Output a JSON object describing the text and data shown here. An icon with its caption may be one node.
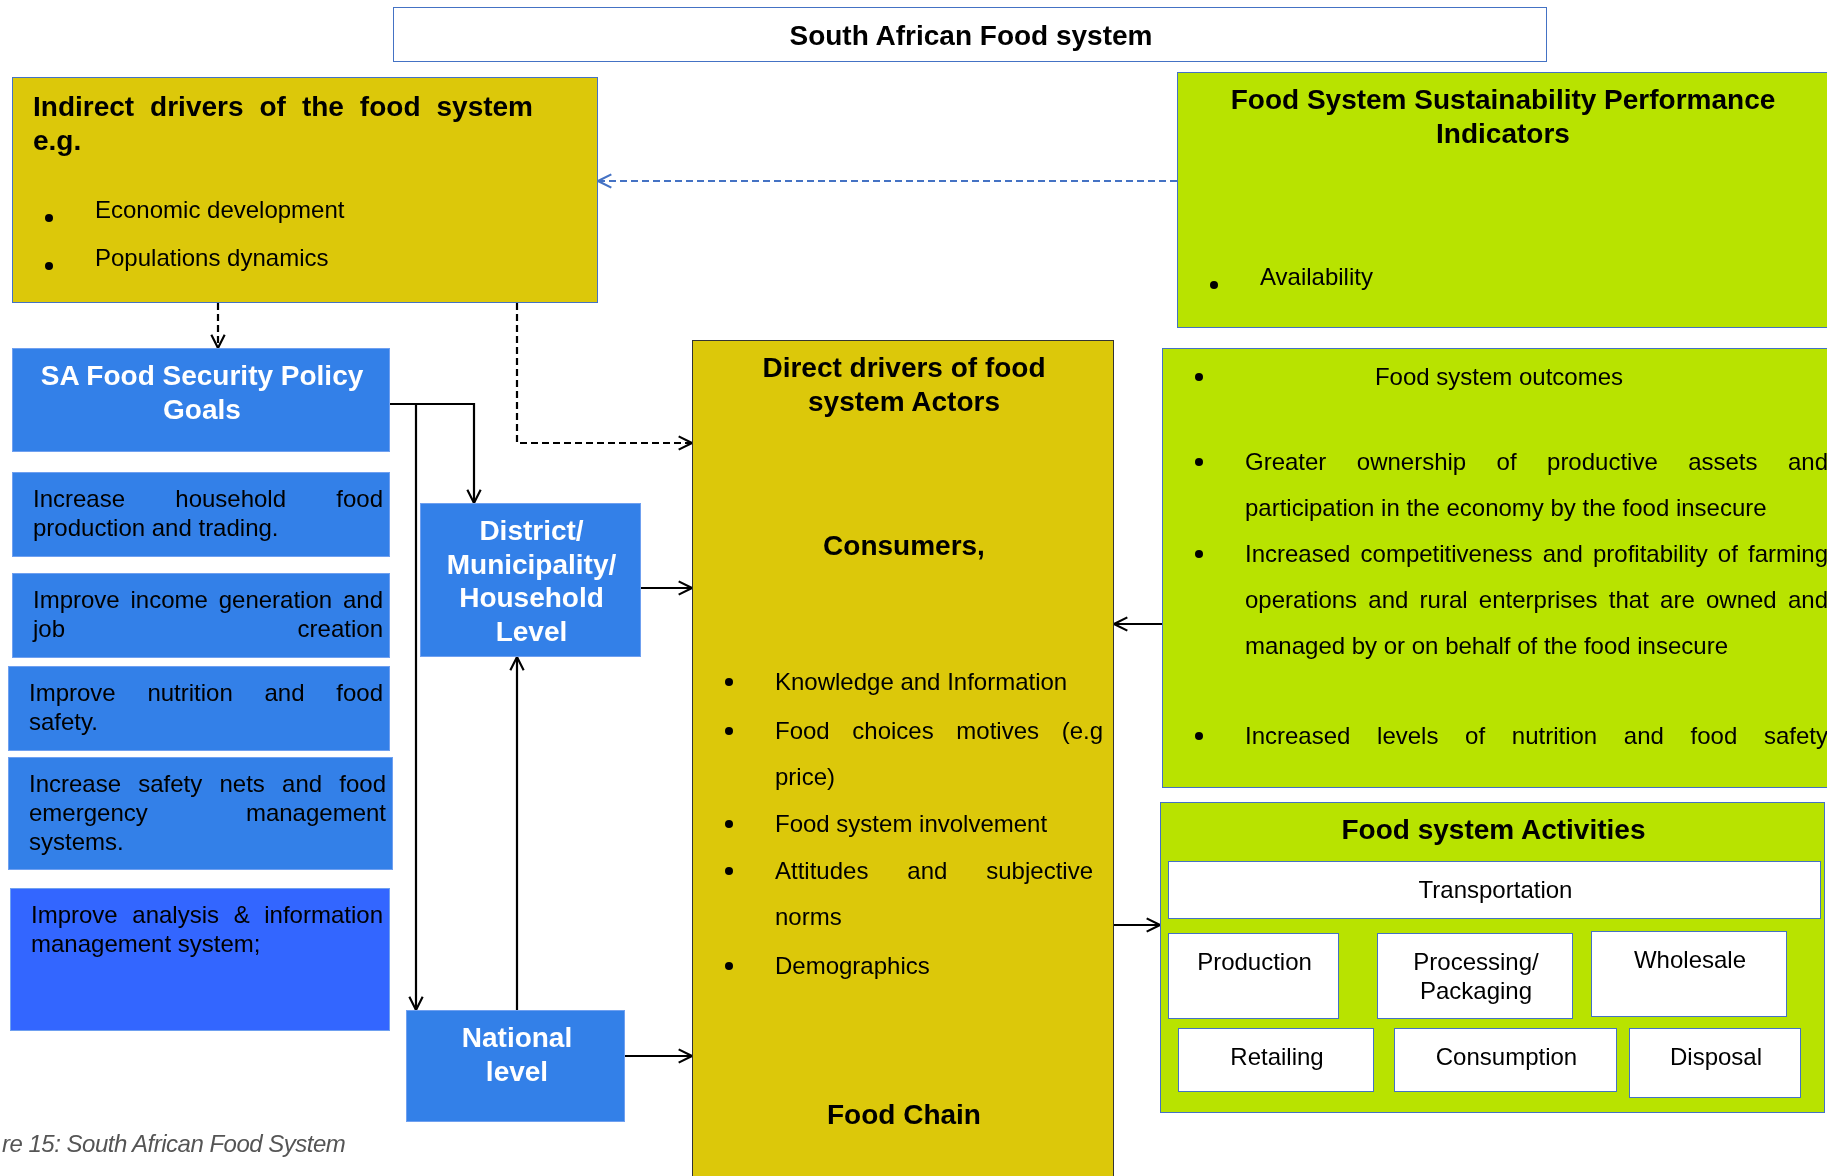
{
  "diagram": {
    "caption": "re 15: South African Food System",
    "nodes": [
      {
        "text": [
          "South African Food system"
        ]
      },
      {
        "text": [
          "Indirect drivers of the food system e.g.",
          "Economic development",
          "Populations dynamics"
        ]
      },
      {
        "text": [
          "Food System Sustainability Performance Indicators",
          "Availability"
        ]
      },
      {
        "text": [
          "SA Food Security Policy Goals"
        ]
      },
      {
        "text": [
          "Increase household food production and trading."
        ]
      },
      {
        "text": [
          "District/ Municipality/ Household Level"
        ]
      },
      {
        "text": [
          "Direct drivers of food system Actors",
          "Consumers,",
          "Knowledge and Information",
          "Food choices motives (e.g price)",
          "Food system involvement",
          "Attitudes and subjective norms",
          "Demographics",
          "Food Chain"
        ]
      },
      {
        "text": [
          "Food system outcomes",
          "Greater ownership of productive assets and participation in the economy by the food insecure",
          "Increased competitiveness and profitability of farming operations and rural enterprises that are owned and managed by or on behalf of the food insecure",
          "Increased levels of nutrition and food safety"
        ]
      },
      {
        "text": [
          "Improve income generation and job creation"
        ]
      },
      {
        "text": [
          "Improve nutrition and food safety."
        ]
      },
      {
        "text": [
          "Increase safety nets and food emergency management systems."
        ]
      },
      {
        "text": [
          "Food system Activities"
        ]
      },
      {
        "text": [
          "Transportation"
        ],
        "in": 11
      },
      {
        "text": [
          "Production"
        ],
        "in": 11
      },
      {
        "text": [
          "Processing/ Packaging"
        ],
        "in": 11
      },
      {
        "text": [
          "Wholesale"
        ],
        "in": 11
      },
      {
        "text": [
          "Retailing"
        ],
        "in": 11
      },
      {
        "text": [
          "Consumption"
        ],
        "in": 11
      },
      {
        "text": [
          "Disposal"
        ],
        "in": 11
      },
      {
        "text": [
          "Improve analysis & information management system;"
        ]
      },
      {
        "text": [
          "National level"
        ]
      }
    ],
    "edges": [
      {
        "from": 2,
        "to": 1,
        "arrow": "to",
        "style": "dashed",
        "color": "#4472c4"
      },
      {
        "from": 1,
        "to": 3,
        "arrow": "to",
        "style": "dashed"
      },
      {
        "from": 1,
        "to": 6,
        "arrow": "to",
        "style": "dashed"
      },
      {
        "from": 3,
        "to": 5,
        "arrow": "to"
      },
      {
        "from": 3,
        "to": 20,
        "arrow": "to"
      },
      {
        "from": 5,
        "to": 6,
        "arrow": "to"
      },
      {
        "from": 20,
        "to": 5,
        "arrow": "to"
      },
      {
        "from": 20,
        "to": 6,
        "arrow": "to"
      },
      {
        "from": 7,
        "to": 6,
        "arrow": "to"
      },
      {
        "from": 6,
        "to": 11,
        "arrow": "to"
      }
    ]
  }
}
